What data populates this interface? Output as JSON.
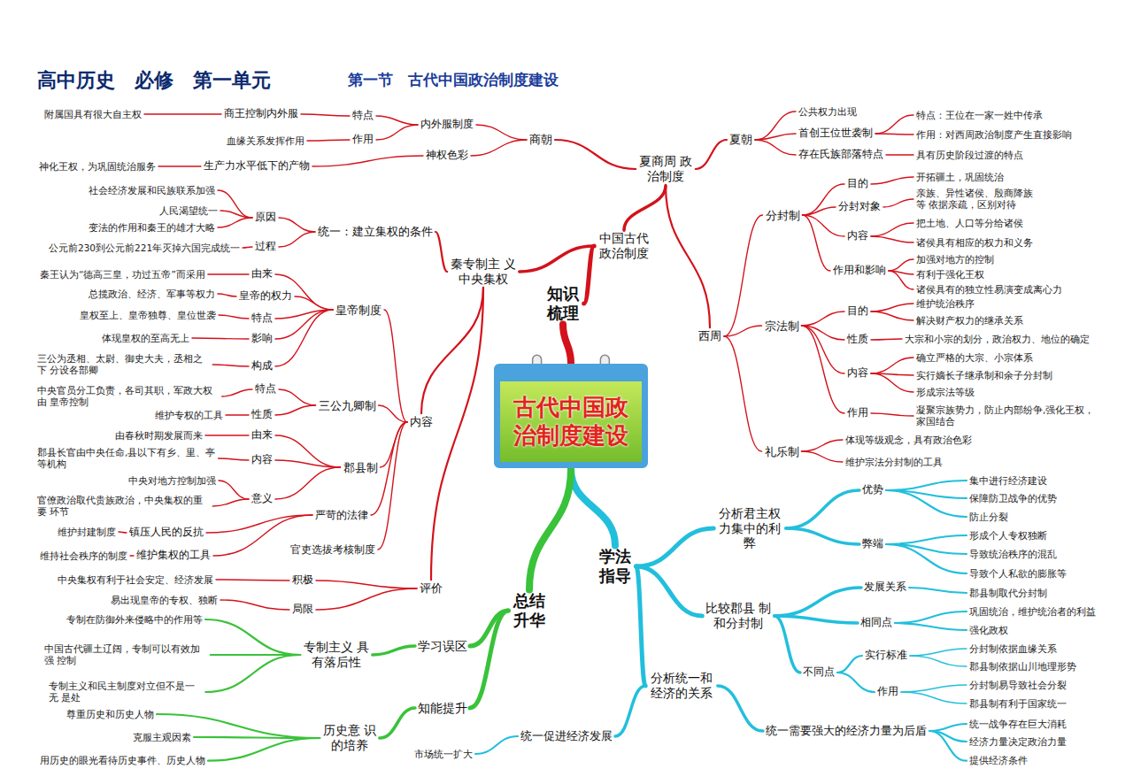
{
  "diagram": {
    "title": "高中历史　必修　第一单元",
    "nodes": [
      {
        "text": [
          "古代中国政 治制度建设"
        ]
      },
      {
        "text": [
          "知识 梳理"
        ]
      },
      {
        "text": [
          "学法 指导"
        ]
      },
      {
        "text": [
          "总结 升华"
        ]
      },
      {
        "text": [
          "中国古代 政治制度"
        ]
      },
      {
        "text": [
          "夏商周 政治制度"
        ]
      },
      {
        "text": [
          "秦专制主 义中央集权"
        ]
      },
      {
        "text": [
          "商朝"
        ]
      },
      {
        "text": [
          "内外服制度"
        ]
      },
      {
        "text": [
          "特点"
        ]
      },
      {
        "text": [
          "商王控制内外服"
        ]
      },
      {
        "text": [
          "附属国具有很大自主权"
        ]
      },
      {
        "text": [
          "作用"
        ]
      },
      {
        "text": [
          "血缘关系发挥作用"
        ]
      },
      {
        "text": [
          "神权色彩"
        ]
      },
      {
        "text": [
          "生产力水平低下的产物"
        ]
      },
      {
        "text": [
          "神化王权，为巩固统治服务"
        ]
      },
      {
        "text": [
          "夏朝"
        ]
      },
      {
        "text": [
          "公共权力出现"
        ]
      },
      {
        "text": [
          "首创王位世袭制"
        ]
      },
      {
        "text": [
          "特点：王位在一家一姓中传承"
        ]
      },
      {
        "text": [
          "作用：对西周政治制度产生直接影响"
        ]
      },
      {
        "text": [
          "存在氏族部落特点"
        ]
      },
      {
        "text": [
          "具有历史阶段过渡的特点"
        ]
      },
      {
        "text": [
          "西周"
        ]
      },
      {
        "text": [
          "分封制"
        ]
      },
      {
        "text": [
          "目的"
        ]
      },
      {
        "text": [
          "开拓疆土，巩固统治"
        ]
      },
      {
        "text": [
          "分封对象"
        ]
      },
      {
        "text": [
          "亲族、异性诸侯、殷商降族等 依据亲疏，区别对待"
        ]
      },
      {
        "text": [
          "内容"
        ]
      },
      {
        "text": [
          "把土地、人口等分给诸侯"
        ]
      },
      {
        "text": [
          "诸侯具有相应的权力和义务"
        ]
      },
      {
        "text": [
          "作用和影响"
        ]
      },
      {
        "text": [
          "加强对地方的控制"
        ]
      },
      {
        "text": [
          "有利于强化王权"
        ]
      },
      {
        "text": [
          "诸侯具有的独立性易演变成离心力"
        ]
      },
      {
        "text": [
          "宗法制"
        ]
      },
      {
        "text": [
          "目的"
        ]
      },
      {
        "text": [
          "维护统治秩序"
        ]
      },
      {
        "text": [
          "解决财产权力的继承关系"
        ]
      },
      {
        "text": [
          "性质"
        ]
      },
      {
        "text": [
          "大宗和小宗的划分，政治权力、地位的确定"
        ]
      },
      {
        "text": [
          "内容"
        ]
      },
      {
        "text": [
          "确立严格的大宗、小宗体系"
        ]
      },
      {
        "text": [
          "实行嫡长子继承制和余子分封制"
        ]
      },
      {
        "text": [
          "形成宗法等级"
        ]
      },
      {
        "text": [
          "作用"
        ]
      },
      {
        "text": [
          "凝聚宗族势力，防止内部纷争,强化王权， 家国结合"
        ]
      },
      {
        "text": [
          "礼乐制"
        ]
      },
      {
        "text": [
          "体现等级观念，具有政治色彩"
        ]
      },
      {
        "text": [
          "维护宗法分封制的工具"
        ]
      },
      {
        "text": [
          "统一：建立集权的条件"
        ]
      },
      {
        "text": [
          "原因"
        ]
      },
      {
        "text": [
          "社会经济发展和民族联系加强"
        ]
      },
      {
        "text": [
          "人民渴望统一"
        ]
      },
      {
        "text": [
          "变法的作用和秦王的雄才大略"
        ]
      },
      {
        "text": [
          "过程"
        ]
      },
      {
        "text": [
          "公元前230到公元前221年灭掉六国完成统一"
        ]
      },
      {
        "text": [
          "内容"
        ]
      },
      {
        "text": [
          "皇帝制度"
        ]
      },
      {
        "text": [
          "由来"
        ]
      },
      {
        "text": [
          "秦王认为“德高三皇，功过五帝”而采用"
        ]
      },
      {
        "text": [
          "皇帝的权力"
        ]
      },
      {
        "text": [
          "总揽政治、经济、军事等权力"
        ]
      },
      {
        "text": [
          "特点"
        ]
      },
      {
        "text": [
          "皇权至上、皇帝独尊、皇位世袭"
        ]
      },
      {
        "text": [
          "影响"
        ]
      },
      {
        "text": [
          "体现皇权的至高无上"
        ]
      },
      {
        "text": [
          "构成"
        ]
      },
      {
        "text": [
          "三公为丞相、太尉、御史大夫，丞相之下 分设各部卿"
        ]
      },
      {
        "text": [
          "三公九卿制"
        ]
      },
      {
        "text": [
          "特点"
        ]
      },
      {
        "text": [
          "中央官员分工负责，各司其职，军政大权由 皇帝控制"
        ]
      },
      {
        "text": [
          "性质"
        ]
      },
      {
        "text": [
          "维护专权的工具"
        ]
      },
      {
        "text": [
          "郡县制"
        ]
      },
      {
        "text": [
          "由来"
        ]
      },
      {
        "text": [
          "由春秋时期发展而来"
        ]
      },
      {
        "text": [
          "内容"
        ]
      },
      {
        "text": [
          "郡县长官由中央任命,县以下有乡、里、亭 等机构"
        ]
      },
      {
        "text": [
          "意义"
        ]
      },
      {
        "text": [
          "中央对地方控制加强"
        ]
      },
      {
        "text": [
          "官僚政治取代贵族政治，中央集权的重要 环节"
        ]
      },
      {
        "text": [
          "严苛的法律"
        ]
      },
      {
        "text": [
          "官吏选拔考核制度"
        ]
      },
      {
        "text": [
          "镇压人民的反抗"
        ]
      },
      {
        "text": [
          "维护封建制度"
        ]
      },
      {
        "text": [
          "维护集权的工具"
        ]
      },
      {
        "text": [
          "维持社会秩序的制度"
        ]
      },
      {
        "text": [
          "评价"
        ]
      },
      {
        "text": [
          "积极"
        ]
      },
      {
        "text": [
          "中央集权有利于社会安定、经济发展"
        ]
      },
      {
        "text": [
          "局限"
        ]
      },
      {
        "text": [
          "易出现皇帝的专权、独断"
        ]
      },
      {
        "text": [
          "分析君主权 力集中的利弊"
        ]
      },
      {
        "text": [
          "优势"
        ]
      },
      {
        "text": [
          "集中进行经济建设"
        ]
      },
      {
        "text": [
          "保障防卫战争的优势"
        ]
      },
      {
        "text": [
          "防止分裂"
        ]
      },
      {
        "text": [
          "弊端"
        ]
      },
      {
        "text": [
          "形成个人专权独断"
        ]
      },
      {
        "text": [
          "导致统治秩序的混乱"
        ]
      },
      {
        "text": [
          "导致个人私欲的膨胀等"
        ]
      },
      {
        "text": [
          "比较郡县 制和分封制"
        ]
      },
      {
        "text": [
          "发展关系"
        ]
      },
      {
        "text": [
          "郡县制取代分封制"
        ]
      },
      {
        "text": [
          "相同点"
        ]
      },
      {
        "text": [
          "巩固统治，维护统治者的利益"
        ]
      },
      {
        "text": [
          "强化政权"
        ]
      },
      {
        "text": [
          "不同点"
        ]
      },
      {
        "text": [
          "实行标准"
        ]
      },
      {
        "text": [
          "分封制依据血缘关系"
        ]
      },
      {
        "text": [
          "郡县制依据山川地理形势"
        ]
      },
      {
        "text": [
          "作用"
        ]
      },
      {
        "text": [
          "分封制易导致社会分裂"
        ]
      },
      {
        "text": [
          "郡县制有利于国家统一"
        ]
      },
      {
        "text": [
          "分析统一和 经济的关系"
        ]
      },
      {
        "text": [
          "统一需要强大的经济力量为后盾"
        ]
      },
      {
        "text": [
          "统一战争存在巨大消耗"
        ]
      },
      {
        "text": [
          "经济力量决定政治力量"
        ]
      },
      {
        "text": [
          "提供经济条件"
        ]
      },
      {
        "text": [
          "统一促进经济发展"
        ]
      },
      {
        "text": [
          "市场统一扩大"
        ]
      },
      {
        "text": [
          "学习误区"
        ]
      },
      {
        "text": [
          "专制主义 具有落后性"
        ]
      },
      {
        "text": [
          "专制在防御外来侵略中的作用等"
        ]
      },
      {
        "text": [
          "中国古代疆土辽阔，专制可以有效加强 控制"
        ]
      },
      {
        "text": [
          "专制主义和民主制度对立但不是一无 是处"
        ]
      },
      {
        "text": [
          "知能提升"
        ]
      },
      {
        "text": [
          "历史意 识的培养"
        ]
      },
      {
        "text": [
          "尊重历史和历史人物"
        ]
      },
      {
        "text": [
          "克服主观因素"
        ]
      },
      {
        "text": [
          "用历史的眼光看待历史事件、历史人物"
        ]
      }
    ],
    "edges": [
      {
        "from": 0,
        "to": 1,
        "arrow": "none"
      },
      {
        "from": 0,
        "to": 2,
        "arrow": "none"
      },
      {
        "from": 0,
        "to": 3,
        "arrow": "none"
      },
      {
        "from": 1,
        "to": 4,
        "arrow": "none"
      },
      {
        "from": 4,
        "to": 5,
        "arrow": "none"
      },
      {
        "from": 4,
        "to": 6,
        "arrow": "none"
      },
      {
        "from": 5,
        "to": 7,
        "arrow": "none"
      },
      {
        "from": 7,
        "to": 8,
        "arrow": "none"
      },
      {
        "from": 8,
        "to": 9,
        "arrow": "none"
      },
      {
        "from": 9,
        "to": 10,
        "arrow": "none"
      },
      {
        "from": 10,
        "to": 11,
        "arrow": "none"
      },
      {
        "from": 8,
        "to": 12,
        "arrow": "none"
      },
      {
        "from": 12,
        "to": 13,
        "arrow": "none"
      },
      {
        "from": 7,
        "to": 14,
        "arrow": "none"
      },
      {
        "from": 14,
        "to": 15,
        "arrow": "none"
      },
      {
        "from": 15,
        "to": 16,
        "arrow": "none"
      },
      {
        "from": 5,
        "to": 17,
        "arrow": "none"
      },
      {
        "from": 17,
        "to": 18,
        "arrow": "none"
      },
      {
        "from": 17,
        "to": 19,
        "arrow": "none"
      },
      {
        "from": 19,
        "to": 20,
        "arrow": "none"
      },
      {
        "from": 19,
        "to": 21,
        "arrow": "none"
      },
      {
        "from": 17,
        "to": 22,
        "arrow": "none"
      },
      {
        "from": 22,
        "to": 23,
        "arrow": "none"
      },
      {
        "from": 5,
        "to": 24,
        "arrow": "none"
      },
      {
        "from": 24,
        "to": 25,
        "arrow": "none"
      },
      {
        "from": 25,
        "to": 26,
        "arrow": "none"
      },
      {
        "from": 26,
        "to": 27,
        "arrow": "none"
      },
      {
        "from": 25,
        "to": 28,
        "arrow": "none"
      },
      {
        "from": 28,
        "to": 29,
        "arrow": "none"
      },
      {
        "from": 25,
        "to": 30,
        "arrow": "none"
      },
      {
        "from": 30,
        "to": 31,
        "arrow": "none"
      },
      {
        "from": 30,
        "to": 32,
        "arrow": "none"
      },
      {
        "from": 25,
        "to": 33,
        "arrow": "none"
      },
      {
        "from": 33,
        "to": 34,
        "arrow": "none"
      },
      {
        "from": 33,
        "to": 35,
        "arrow": "none"
      },
      {
        "from": 33,
        "to": 36,
        "arrow": "none"
      },
      {
        "from": 24,
        "to": 37,
        "arrow": "none"
      },
      {
        "from": 37,
        "to": 38,
        "arrow": "none"
      },
      {
        "from": 38,
        "to": 39,
        "arrow": "none"
      },
      {
        "from": 38,
        "to": 40,
        "arrow": "none"
      },
      {
        "from": 37,
        "to": 41,
        "arrow": "none"
      },
      {
        "from": 41,
        "to": 42,
        "arrow": "none"
      },
      {
        "from": 37,
        "to": 43,
        "arrow": "none"
      },
      {
        "from": 43,
        "to": 44,
        "arrow": "none"
      },
      {
        "from": 43,
        "to": 45,
        "arrow": "none"
      },
      {
        "from": 43,
        "to": 46,
        "arrow": "none"
      },
      {
        "from": 37,
        "to": 47,
        "arrow": "none"
      },
      {
        "from": 47,
        "to": 48,
        "arrow": "none"
      },
      {
        "from": 24,
        "to": 49,
        "arrow": "none"
      },
      {
        "from": 49,
        "to": 50,
        "arrow": "none"
      },
      {
        "from": 49,
        "to": 51,
        "arrow": "none"
      },
      {
        "from": 6,
        "to": 52,
        "arrow": "none"
      },
      {
        "from": 52,
        "to": 53,
        "arrow": "none"
      },
      {
        "from": 53,
        "to": 54,
        "arrow": "none"
      },
      {
        "from": 53,
        "to": 55,
        "arrow": "none"
      },
      {
        "from": 53,
        "to": 56,
        "arrow": "none"
      },
      {
        "from": 52,
        "to": 57,
        "arrow": "none"
      },
      {
        "from": 57,
        "to": 58,
        "arrow": "none"
      },
      {
        "from": 6,
        "to": 59,
        "arrow": "none"
      },
      {
        "from": 59,
        "to": 60,
        "arrow": "none"
      },
      {
        "from": 60,
        "to": 61,
        "arrow": "none"
      },
      {
        "from": 61,
        "to": 62,
        "arrow": "none"
      },
      {
        "from": 60,
        "to": 63,
        "arrow": "none"
      },
      {
        "from": 63,
        "to": 64,
        "arrow": "none"
      },
      {
        "from": 60,
        "to": 65,
        "arrow": "none"
      },
      {
        "from": 65,
        "to": 66,
        "arrow": "none"
      },
      {
        "from": 60,
        "to": 67,
        "arrow": "none"
      },
      {
        "from": 67,
        "to": 68,
        "arrow": "none"
      },
      {
        "from": 60,
        "to": 69,
        "arrow": "none"
      },
      {
        "from": 69,
        "to": 70,
        "arrow": "none"
      },
      {
        "from": 59,
        "to": 71,
        "arrow": "none"
      },
      {
        "from": 71,
        "to": 72,
        "arrow": "none"
      },
      {
        "from": 72,
        "to": 73,
        "arrow": "none"
      },
      {
        "from": 71,
        "to": 74,
        "arrow": "none"
      },
      {
        "from": 74,
        "to": 75,
        "arrow": "none"
      },
      {
        "from": 59,
        "to": 76,
        "arrow": "none"
      },
      {
        "from": 76,
        "to": 77,
        "arrow": "none"
      },
      {
        "from": 77,
        "to": 78,
        "arrow": "none"
      },
      {
        "from": 76,
        "to": 79,
        "arrow": "none"
      },
      {
        "from": 79,
        "to": 80,
        "arrow": "none"
      },
      {
        "from": 76,
        "to": 81,
        "arrow": "none"
      },
      {
        "from": 81,
        "to": 82,
        "arrow": "none"
      },
      {
        "from": 81,
        "to": 83,
        "arrow": "none"
      },
      {
        "from": 59,
        "to": 84,
        "arrow": "none"
      },
      {
        "from": 84,
        "to": 86,
        "arrow": "none"
      },
      {
        "from": 86,
        "to": 87,
        "arrow": "none"
      },
      {
        "from": 84,
        "to": 88,
        "arrow": "none"
      },
      {
        "from": 88,
        "to": 89,
        "arrow": "none"
      },
      {
        "from": 59,
        "to": 85,
        "arrow": "none"
      },
      {
        "from": 6,
        "to": 90,
        "arrow": "none"
      },
      {
        "from": 90,
        "to": 91,
        "arrow": "none"
      },
      {
        "from": 91,
        "to": 92,
        "arrow": "none"
      },
      {
        "from": 90,
        "to": 93,
        "arrow": "none"
      },
      {
        "from": 93,
        "to": 94,
        "arrow": "none"
      },
      {
        "from": 2,
        "to": 95,
        "arrow": "none"
      },
      {
        "from": 95,
        "to": 96,
        "arrow": "none"
      },
      {
        "from": 96,
        "to": 97,
        "arrow": "none"
      },
      {
        "from": 96,
        "to": 98,
        "arrow": "none"
      },
      {
        "from": 96,
        "to": 99,
        "arrow": "none"
      },
      {
        "from": 95,
        "to": 100,
        "arrow": "none"
      },
      {
        "from": 100,
        "to": 101,
        "arrow": "none"
      },
      {
        "from": 100,
        "to": 102,
        "arrow": "none"
      },
      {
        "from": 100,
        "to": 103,
        "arrow": "none"
      },
      {
        "from": 2,
        "to": 104,
        "arrow": "none"
      },
      {
        "from": 104,
        "to": 105,
        "arrow": "none"
      },
      {
        "from": 105,
        "to": 106,
        "arrow": "none"
      },
      {
        "from": 104,
        "to": 107,
        "arrow": "none"
      },
      {
        "from": 107,
        "to": 108,
        "arrow": "none"
      },
      {
        "from": 107,
        "to": 109,
        "arrow": "none"
      },
      {
        "from": 104,
        "to": 110,
        "arrow": "none"
      },
      {
        "from": 110,
        "to": 111,
        "arrow": "none"
      },
      {
        "from": 111,
        "to": 112,
        "arrow": "none"
      },
      {
        "from": 111,
        "to": 113,
        "arrow": "none"
      },
      {
        "from": 110,
        "to": 114,
        "arrow": "none"
      },
      {
        "from": 114,
        "to": 115,
        "arrow": "none"
      },
      {
        "from": 114,
        "to": 116,
        "arrow": "none"
      },
      {
        "from": 2,
        "to": 117,
        "arrow": "none"
      },
      {
        "from": 117,
        "to": 118,
        "arrow": "none"
      },
      {
        "from": 118,
        "to": 119,
        "arrow": "none"
      },
      {
        "from": 118,
        "to": 120,
        "arrow": "none"
      },
      {
        "from": 118,
        "to": 121,
        "arrow": "none"
      },
      {
        "from": 117,
        "to": 122,
        "arrow": "none"
      },
      {
        "from": 122,
        "to": 123,
        "arrow": "none"
      },
      {
        "from": 3,
        "to": 124,
        "arrow": "none"
      },
      {
        "from": 124,
        "to": 125,
        "arrow": "none"
      },
      {
        "from": 125,
        "to": 126,
        "arrow": "none"
      },
      {
        "from": 125,
        "to": 127,
        "arrow": "none"
      },
      {
        "from": 125,
        "to": 128,
        "arrow": "none"
      },
      {
        "from": 3,
        "to": 129,
        "arrow": "none"
      },
      {
        "from": 129,
        "to": 130,
        "arrow": "none"
      },
      {
        "from": 130,
        "to": 131,
        "arrow": "none"
      },
      {
        "from": 130,
        "to": 132,
        "arrow": "none"
      },
      {
        "from": 130,
        "to": 133,
        "arrow": "none"
      }
    ],
    "labels": [
      "第一节　古代中国政治制度建设"
    ]
  }
}
